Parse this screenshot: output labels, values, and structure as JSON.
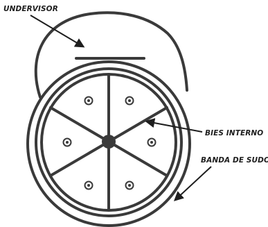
{
  "diagram": {
    "colors": {
      "line": "#3a3a3a",
      "background": "#ffffff",
      "text": "#1e1e1e"
    },
    "labels": {
      "undervisor": "UNDERVISOR",
      "bias_tape": "BIES INTERNO",
      "sweatband": "BANDA DE SUDOR"
    },
    "panel_count": 6,
    "eyelet_count": 6
  }
}
